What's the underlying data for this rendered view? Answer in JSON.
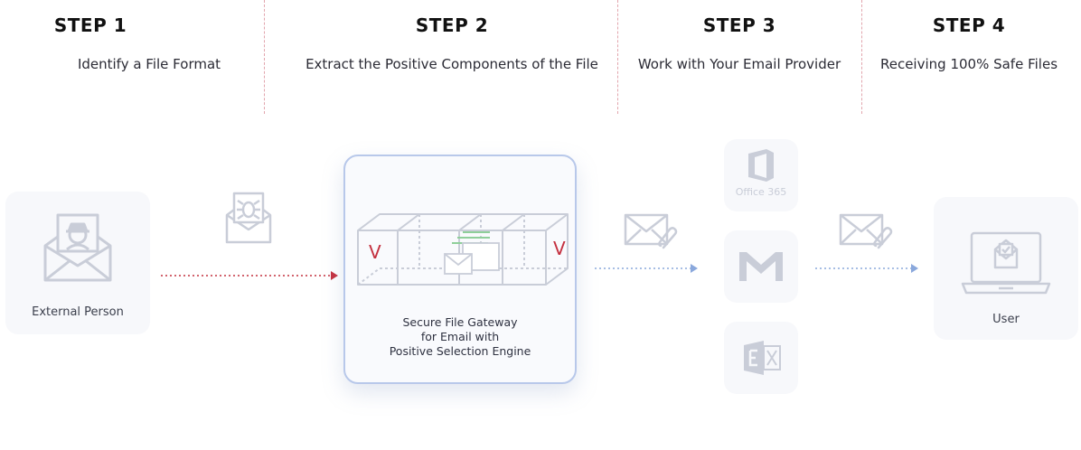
{
  "steps": [
    {
      "title": "STEP 1",
      "description": "Identify a File Format"
    },
    {
      "title": "STEP 2",
      "description": "Extract the Positive Components of the File"
    },
    {
      "title": "STEP 3",
      "description": "Work with Your Email Provider"
    },
    {
      "title": "STEP 4",
      "description": "Receiving 100% Safe Files"
    }
  ],
  "nodes": {
    "external_person": {
      "label": "External Person",
      "icon": "hacker-envelope-icon"
    },
    "infected_mail": {
      "icon": "bug-envelope-icon"
    },
    "gateway": {
      "label_lines": [
        "Secure File Gateway",
        "for Email with",
        "Positive Selection Engine"
      ],
      "checkmark_left": "V",
      "checkmark_right": "V",
      "icon": "mail-boxes-icon"
    },
    "clean_mail_1": {
      "icon": "envelope-attachment-icon"
    },
    "clean_mail_2": {
      "icon": "envelope-attachment-icon"
    },
    "providers": [
      {
        "name": "office365",
        "text": "Office 365",
        "icon": "office365-icon"
      },
      {
        "name": "gmail",
        "icon": "gmail-icon"
      },
      {
        "name": "exchange",
        "icon": "exchange-icon"
      }
    ],
    "user": {
      "label": "User",
      "icon": "laptop-mail-icon"
    }
  },
  "colors": {
    "accent_red": "#c4303f",
    "arrow_blue": "#8aa8dc",
    "icon_grey": "#c9cdd8",
    "gateway_border": "#b8c8ea"
  }
}
